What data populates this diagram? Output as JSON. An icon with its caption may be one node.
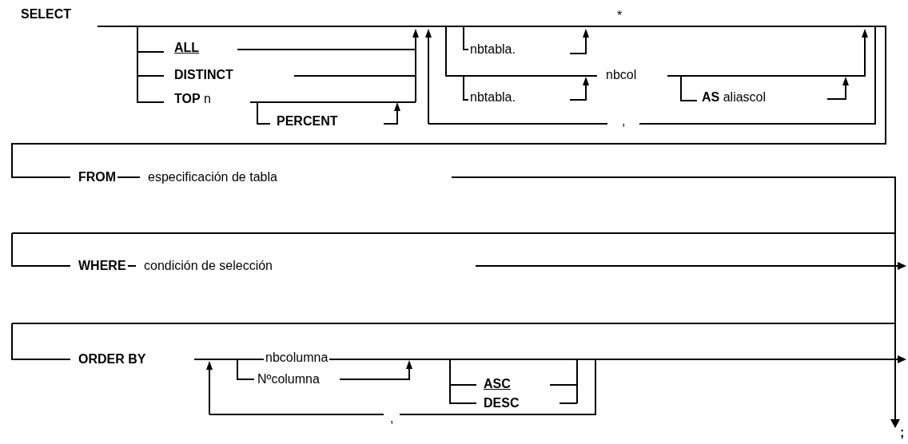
{
  "diagram": {
    "labels": [
      "SELECT",
      "*",
      "ALL",
      "nbtabla.",
      "DISTINCT",
      "**TOP** n",
      "nbcol",
      "nbtabla.",
      "**AS** aliascol",
      "PERCENT",
      ",",
      "FROM",
      "especificación de tabla",
      "WHERE",
      "condición de selección",
      "ORDER BY",
      "nbcolumna",
      "Nºcolumna",
      "ASC",
      "DESC",
      ",",
      ";"
    ]
  }
}
